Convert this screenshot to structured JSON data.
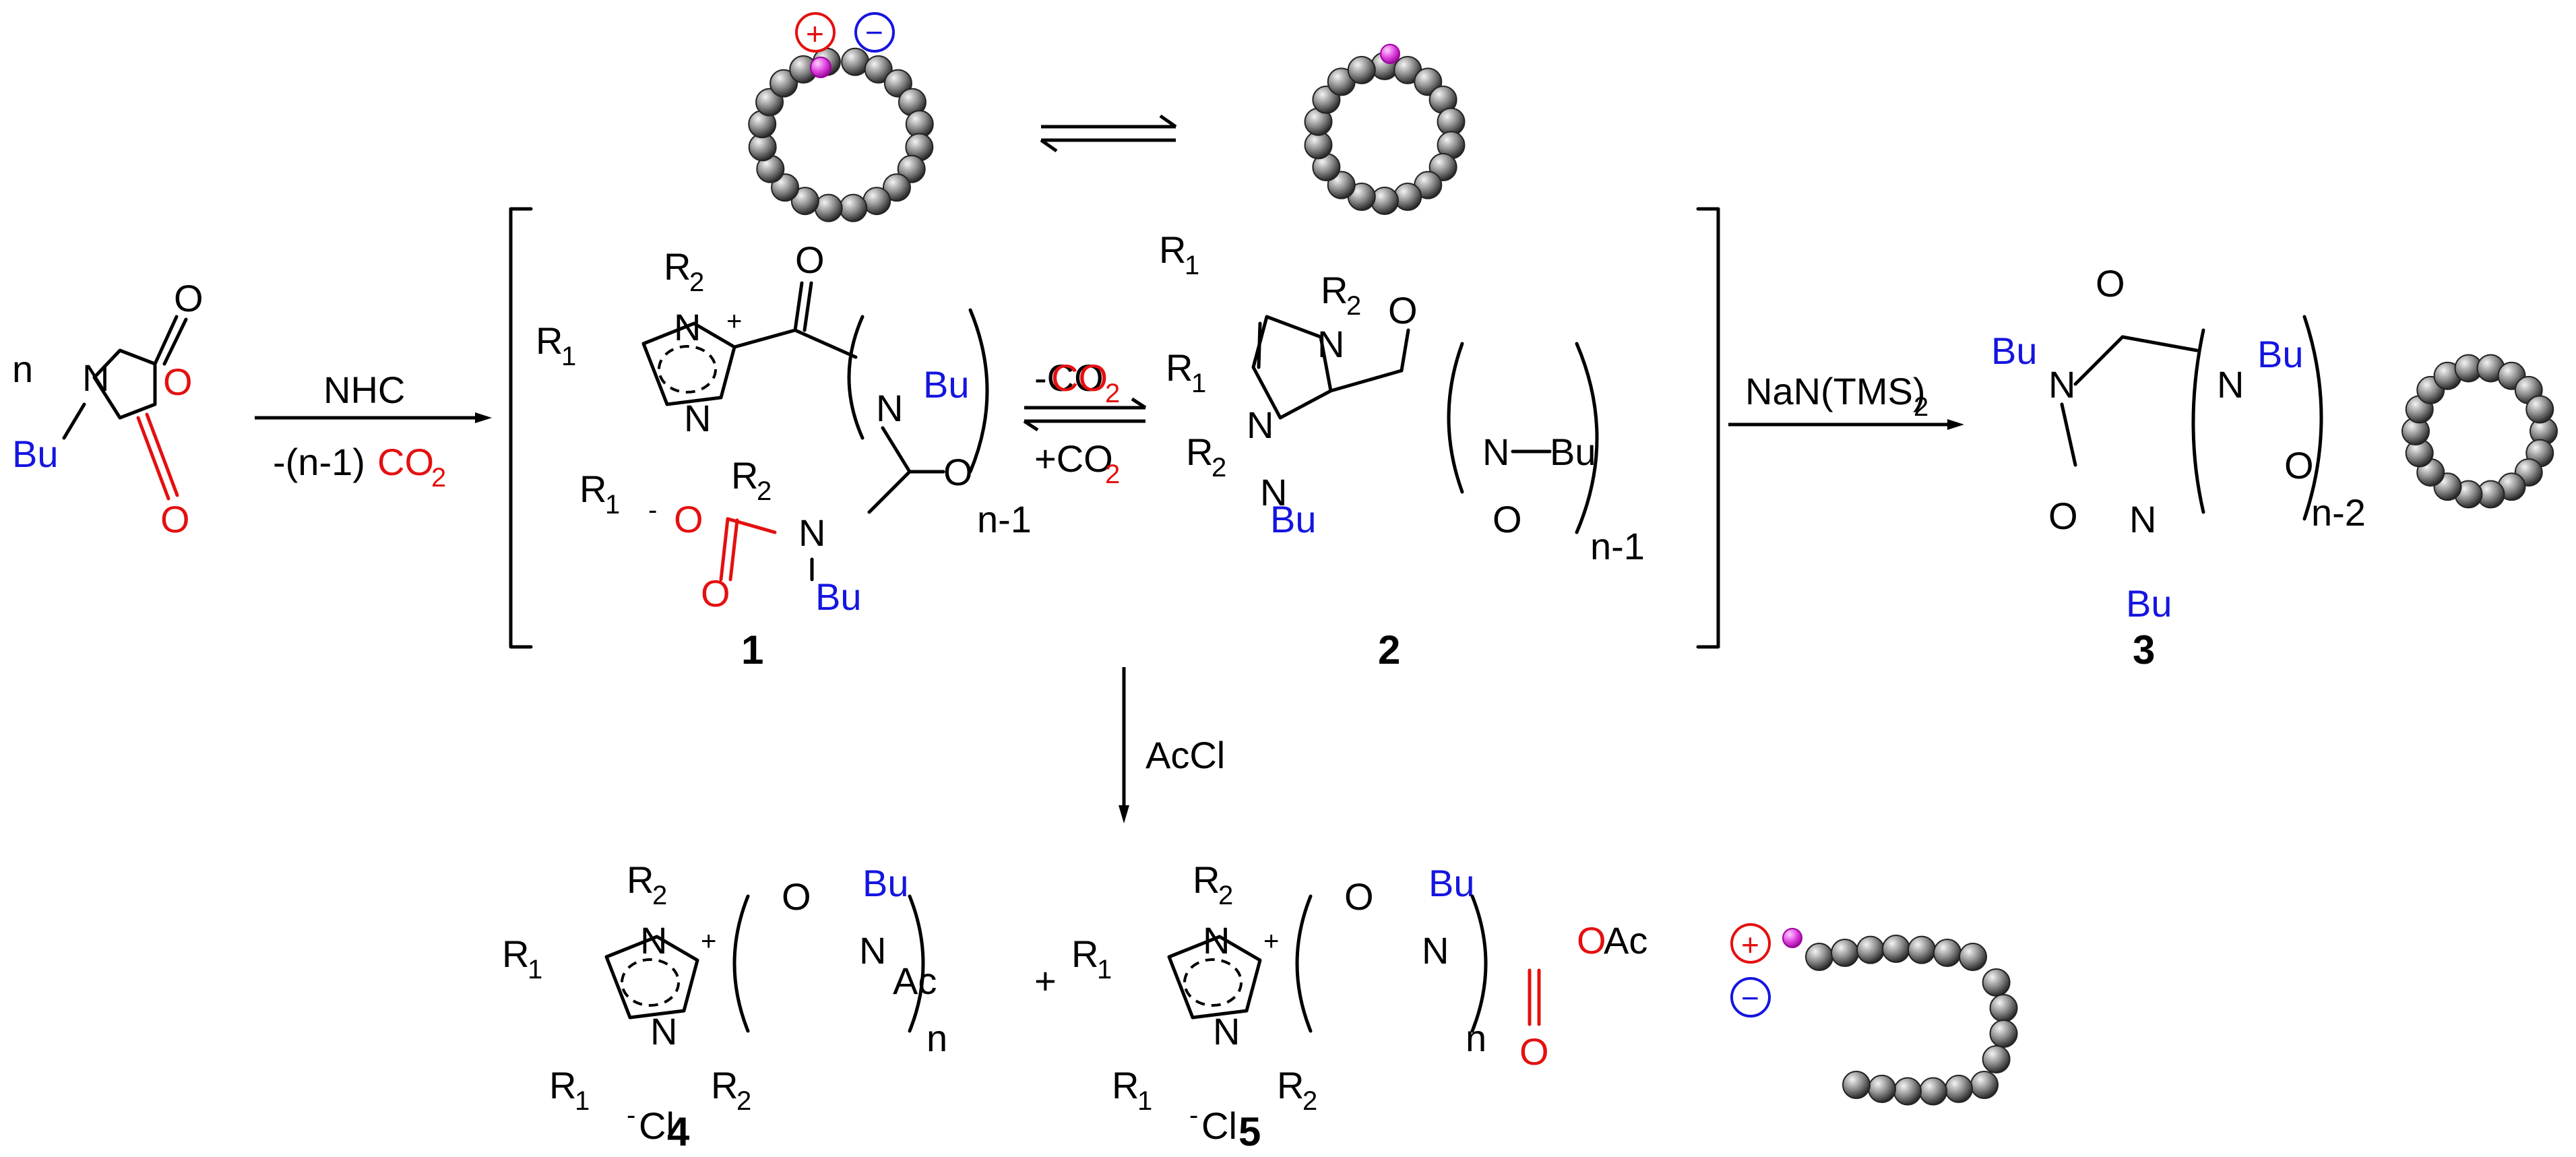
{
  "reagents": {
    "nhc": "NHC",
    "co2_loss_prefix": "-(n-1)",
    "co2": "CO",
    "co2_sub": "2",
    "minus_co2": "-CO",
    "plus_co2": "+CO",
    "nanTMS": "NaN(TMS)",
    "nanTMS_sub": "2",
    "acCl": "AcCl"
  },
  "labels": {
    "n": "n",
    "O": "O",
    "N": "N",
    "Bu": "Bu",
    "R": "R",
    "sub1": "1",
    "sub2": "2",
    "plus": "+",
    "minus": "−",
    "n_minus_1": "n-1",
    "n_minus_2": "n-2",
    "Ac": "Ac",
    "OAc": "OAc",
    "Cl": "Cl",
    "neg": "-",
    "sum": "+"
  },
  "compounds": {
    "c1": "1",
    "c2": "2",
    "c3": "3",
    "c4": "4",
    "c5": "5"
  },
  "colors": {
    "butyl": "#1515e0",
    "co2": "#e41010",
    "bead": "#8a8a8a",
    "head_bead": "#e040e0"
  }
}
